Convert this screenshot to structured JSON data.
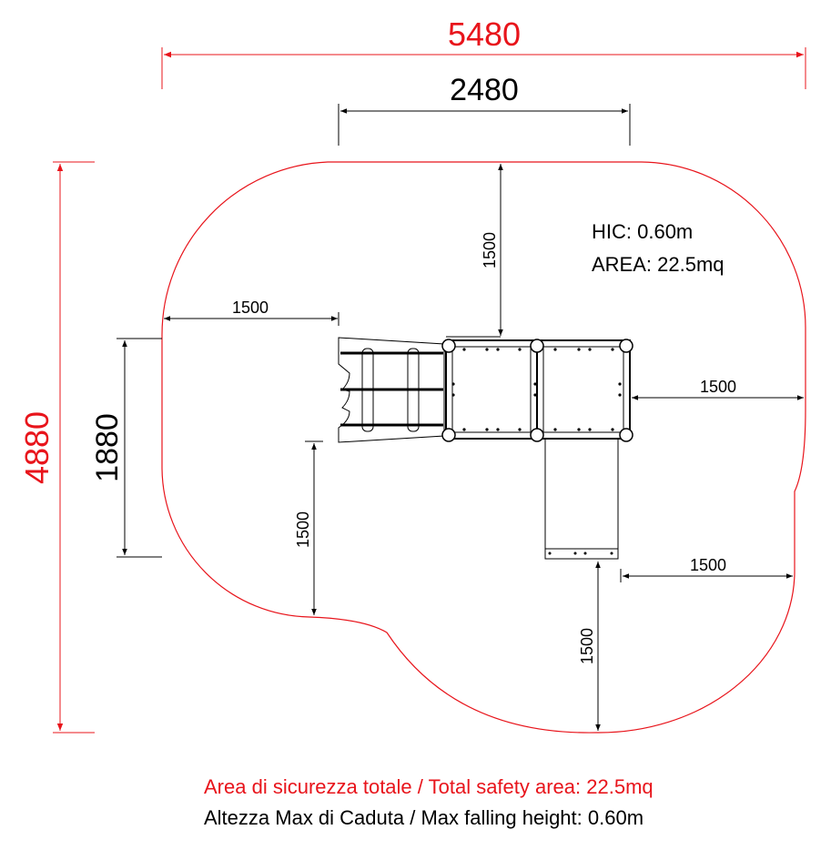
{
  "colors": {
    "safety": "#e8141b",
    "equipment": "#000000"
  },
  "dimensions": {
    "overall_width": "5480",
    "overall_height": "4880",
    "equipment_width": "2480",
    "equipment_height": "1880",
    "clearance_top": "1500",
    "clearance_left": "1500",
    "clearance_right": "1500",
    "clearance_left_lower": "1500",
    "clearance_right_lower": "1500",
    "clearance_bottom": "1500"
  },
  "labels": {
    "hic": "HIC: 0.60m",
    "area": "AREA: 22.5mq"
  },
  "footer": {
    "total_area": "Area di sicurezza totale / Total safety area: 22.5mq",
    "max_fall_height": "Altezza Max di Caduta / Max falling height: 0.60m"
  }
}
